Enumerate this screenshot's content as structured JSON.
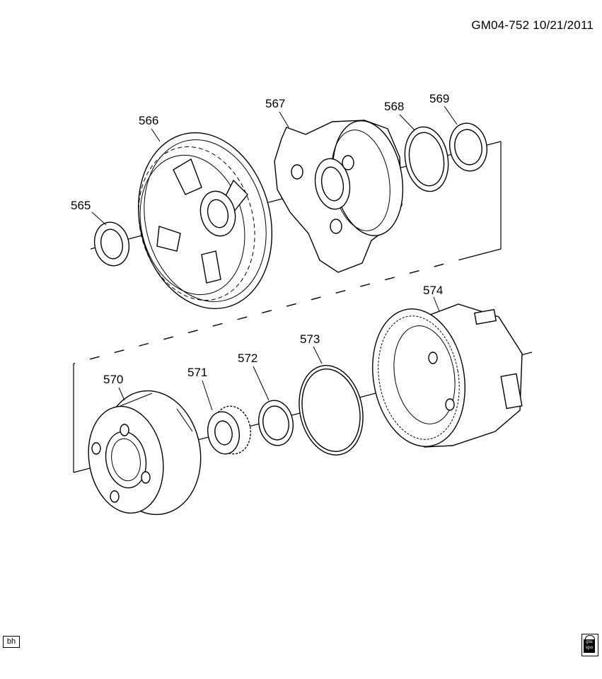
{
  "header": {
    "drawing_id": "GM04-752 10/21/2011"
  },
  "parts": [
    {
      "id": "p565",
      "label": "565"
    },
    {
      "id": "p566",
      "label": "566"
    },
    {
      "id": "p567",
      "label": "567"
    },
    {
      "id": "p568",
      "label": "568"
    },
    {
      "id": "p569",
      "label": "569"
    },
    {
      "id": "p570",
      "label": "570"
    },
    {
      "id": "p571",
      "label": "571"
    },
    {
      "id": "p572",
      "label": "572"
    },
    {
      "id": "p573",
      "label": "573"
    },
    {
      "id": "p574",
      "label": "574"
    }
  ],
  "footer": {
    "badge": "bh",
    "logo_text": "gm spo"
  }
}
